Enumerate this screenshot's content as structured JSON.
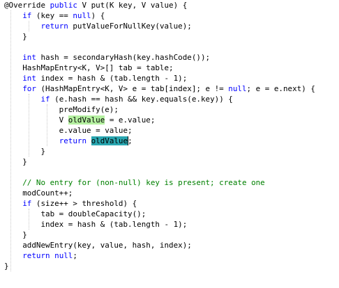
{
  "editor": {
    "lines": [
      [
        {
          "t": "@Override ",
          "c": ""
        },
        {
          "t": "public",
          "c": "kw"
        },
        {
          "t": " V put(K key, V value) {",
          "c": ""
        }
      ],
      [
        {
          "t": "    ",
          "c": ""
        },
        {
          "t": "if",
          "c": "kw"
        },
        {
          "t": " (key == ",
          "c": ""
        },
        {
          "t": "null",
          "c": "kw"
        },
        {
          "t": ") {",
          "c": ""
        }
      ],
      [
        {
          "t": "        ",
          "c": ""
        },
        {
          "t": "return",
          "c": "kw"
        },
        {
          "t": " putValueForNullKey(value);",
          "c": ""
        }
      ],
      [
        {
          "t": "    }",
          "c": ""
        }
      ],
      [],
      [
        {
          "t": "    ",
          "c": ""
        },
        {
          "t": "int",
          "c": "kw"
        },
        {
          "t": " hash = secondaryHash(key.hashCode());",
          "c": ""
        }
      ],
      [
        {
          "t": "    HashMapEntry<K, V>[] tab = table;",
          "c": ""
        }
      ],
      [
        {
          "t": "    ",
          "c": ""
        },
        {
          "t": "int",
          "c": "kw"
        },
        {
          "t": " index = hash & (tab.length - 1);",
          "c": ""
        }
      ],
      [
        {
          "t": "    ",
          "c": ""
        },
        {
          "t": "for",
          "c": "kw"
        },
        {
          "t": " (HashMapEntry<K, V> e = tab[index]; e != ",
          "c": ""
        },
        {
          "t": "null",
          "c": "kw"
        },
        {
          "t": "; e = e.next) {",
          "c": ""
        }
      ],
      [
        {
          "t": "        ",
          "c": ""
        },
        {
          "t": "if",
          "c": "kw"
        },
        {
          "t": " (e.hash == hash && key.equals(e.key)) {",
          "c": ""
        }
      ],
      [
        {
          "t": "            preModify(e);",
          "c": ""
        }
      ],
      [
        {
          "t": "            V ",
          "c": ""
        },
        {
          "t": "oldValue",
          "c": "hl-green"
        },
        {
          "t": " = e.value;",
          "c": ""
        }
      ],
      [
        {
          "t": "            e.value = value;",
          "c": ""
        }
      ],
      [
        {
          "t": "            ",
          "c": ""
        },
        {
          "t": "return",
          "c": "kw"
        },
        {
          "t": " ",
          "c": ""
        },
        {
          "t": "oldValue",
          "c": "hl-teal"
        },
        {
          "t": ";",
          "c": ""
        }
      ],
      [
        {
          "t": "        }",
          "c": ""
        }
      ],
      [
        {
          "t": "    }",
          "c": ""
        }
      ],
      [],
      [
        {
          "t": "    // No entry for (non-null) key is present; create one",
          "c": "comment"
        }
      ],
      [
        {
          "t": "    modCount++;",
          "c": ""
        }
      ],
      [
        {
          "t": "    ",
          "c": ""
        },
        {
          "t": "if",
          "c": "kw"
        },
        {
          "t": " (size++ > threshold) {",
          "c": ""
        }
      ],
      [
        {
          "t": "        tab = doubleCapacity();",
          "c": ""
        }
      ],
      [
        {
          "t": "        index = hash & (tab.length - 1);",
          "c": ""
        }
      ],
      [
        {
          "t": "    }",
          "c": ""
        }
      ],
      [
        {
          "t": "    addNewEntry(key, value, hash, index);",
          "c": ""
        }
      ],
      [
        {
          "t": "    ",
          "c": ""
        },
        {
          "t": "return",
          "c": "kw"
        },
        {
          "t": " ",
          "c": ""
        },
        {
          "t": "null",
          "c": "kw"
        },
        {
          "t": ";",
          "c": ""
        }
      ],
      [
        {
          "t": "}",
          "c": ""
        }
      ]
    ],
    "colors": {
      "keyword": "#0000ff",
      "comment": "#008000",
      "highlight_occurrence": "#b4f0a0",
      "highlight_selection": "#29a6b0"
    }
  }
}
